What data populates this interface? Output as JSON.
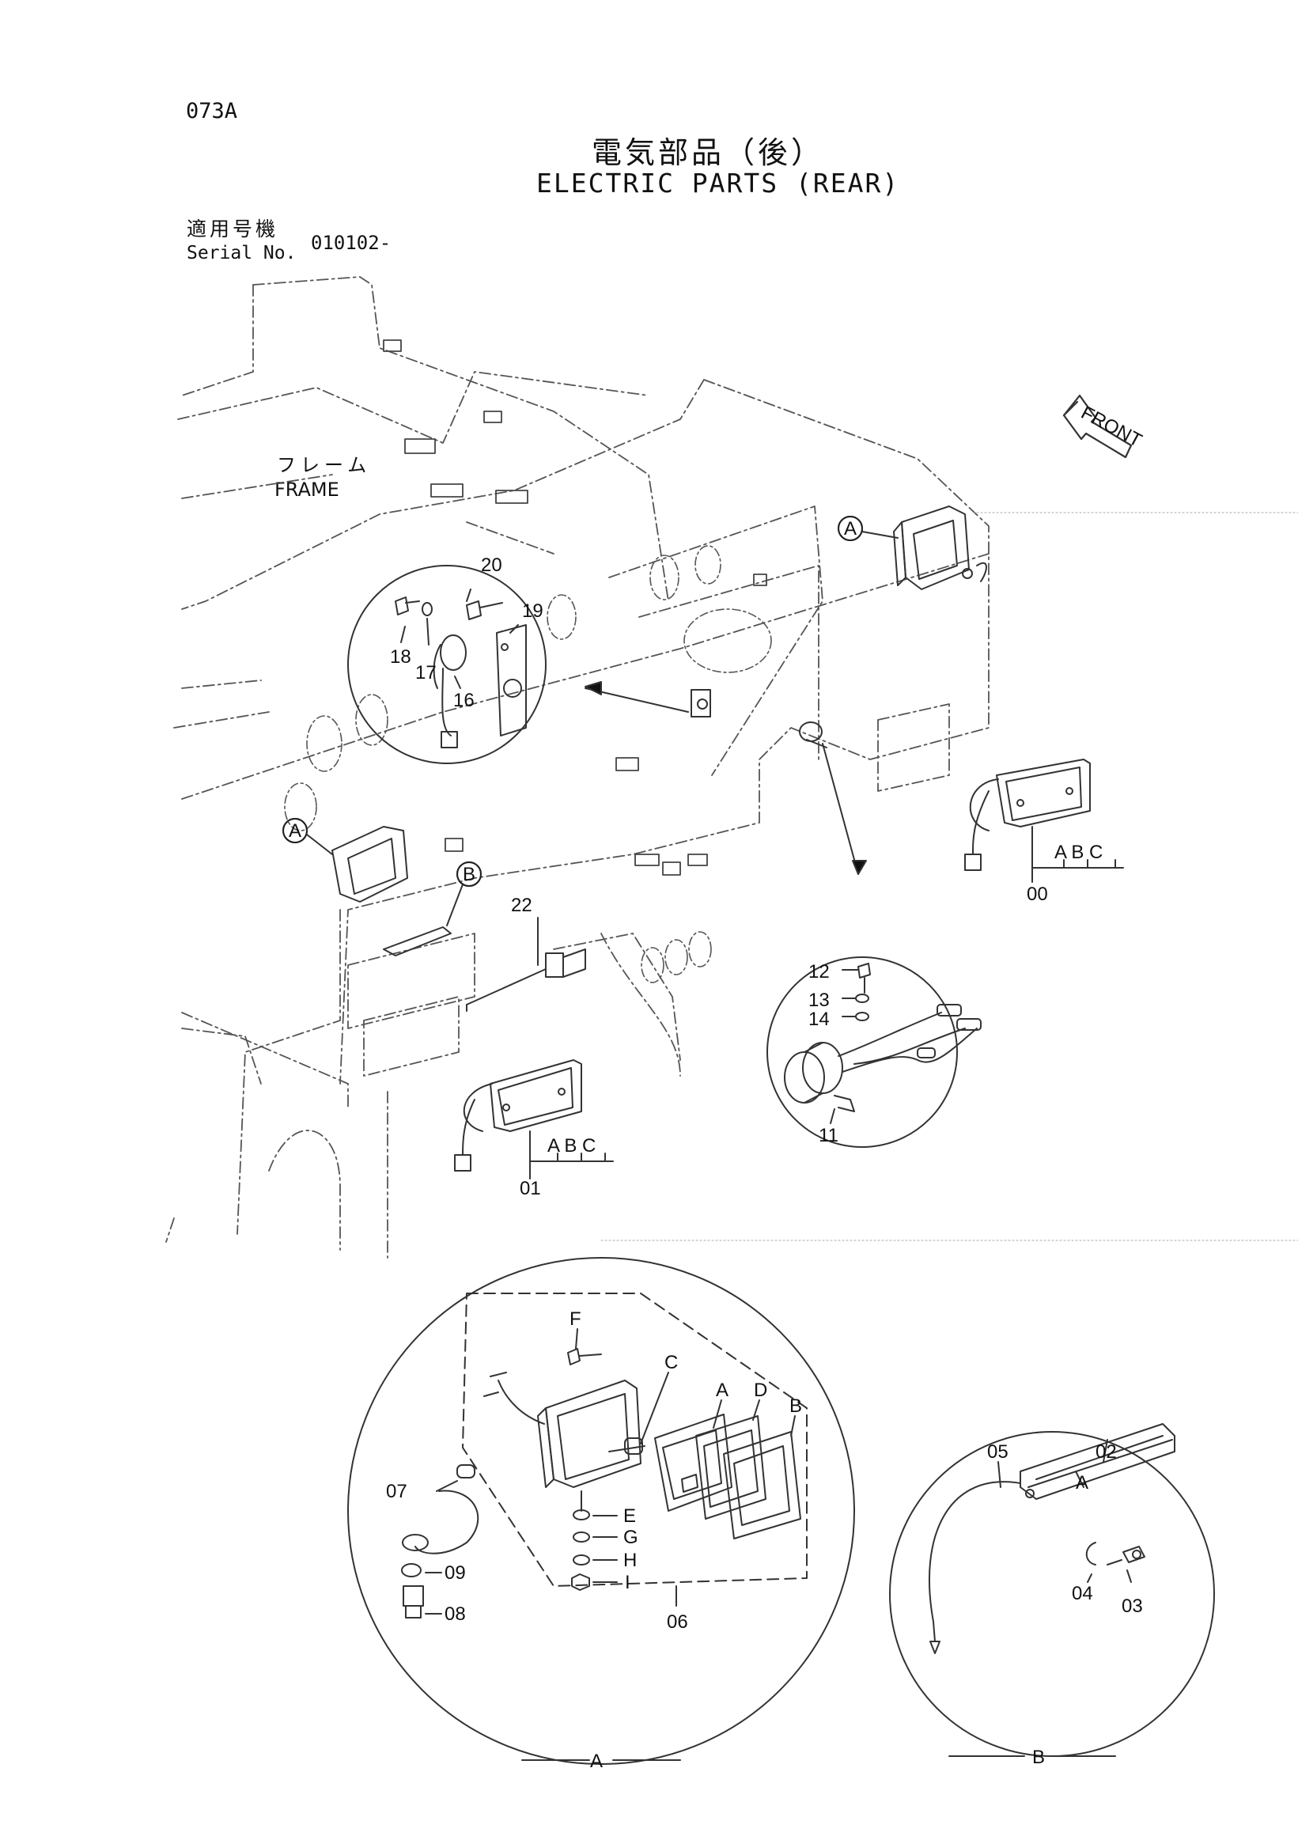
{
  "header": {
    "page_code": "073A",
    "title_jp": "電気部品（後）",
    "title_en": "ELECTRIC PARTS (REAR)",
    "serial_label_jp": "適用号機",
    "serial_label_en": "Serial No.",
    "serial_value": "010102-"
  },
  "labels": {
    "frame_jp": "フレーム",
    "frame_en": "FRAME",
    "front": "FRONT"
  },
  "callouts": {
    "p00": "00",
    "p01": "01",
    "p02": "02",
    "p03": "03",
    "p04": "04",
    "p05": "05",
    "p06": "06",
    "p07": "07",
    "p08": "08",
    "p09": "09",
    "p11": "11",
    "p12": "12",
    "p13": "13",
    "p14": "14",
    "p16": "16",
    "p17": "17",
    "p18": "18",
    "p19": "19",
    "p20": "20",
    "p22": "22",
    "abc_00": "A B C",
    "abc_01": "A B C",
    "sub_A": "A",
    "sub_B": "B",
    "sub_C": "C",
    "sub_D": "D",
    "sub_E": "E",
    "sub_F": "F",
    "sub_G": "G",
    "sub_H": "H",
    "sub_I": "I",
    "sub_A2": "A"
  },
  "detail_refs": {
    "ref_A_top": "A",
    "ref_A_left": "A",
    "ref_B": "B",
    "detail_A": "A",
    "detail_B": "B"
  }
}
